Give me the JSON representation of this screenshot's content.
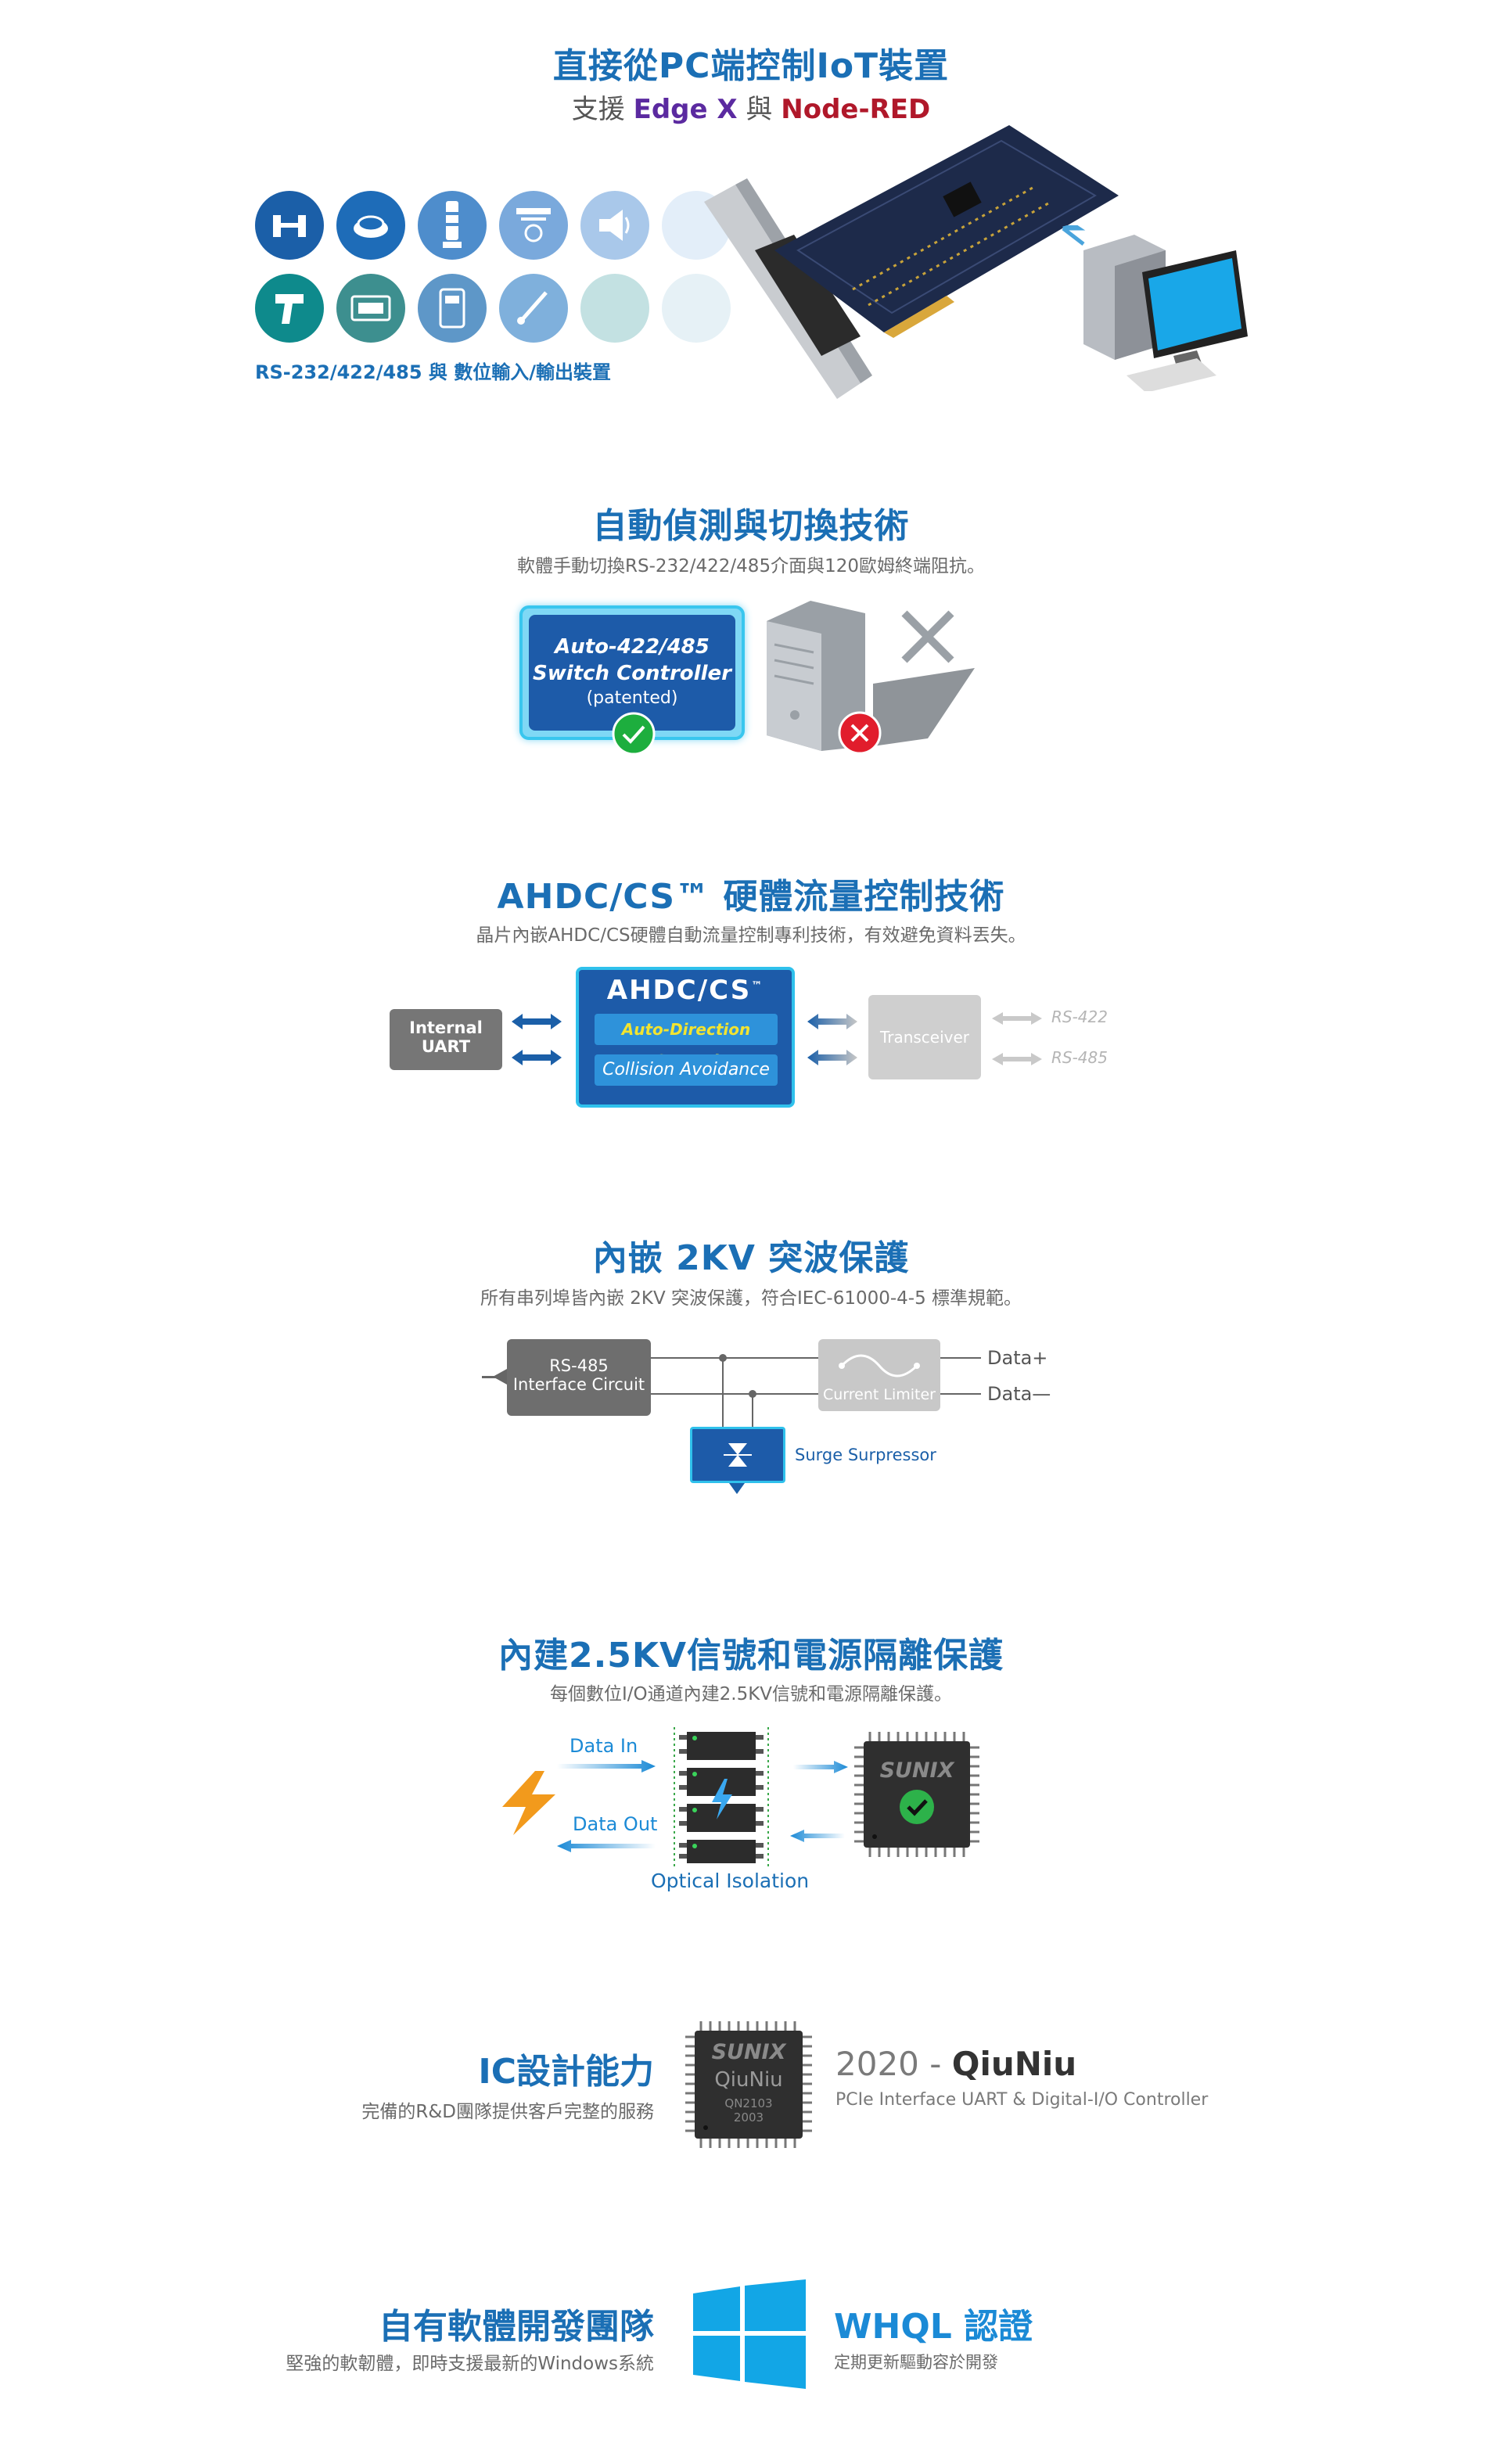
{
  "s1": {
    "title": "直接從PC端控制IoT裝置",
    "subtitle_pre": "支援 ",
    "edgex": "Edge X",
    "mid": " 與 ",
    "nodered": "Node-RED",
    "devices_caption": "RS-232/422/485 與 數位輸入/輸出裝置",
    "icons_row1": [
      "barcode-scanner-icon",
      "weighing-scale-icon",
      "signal-tower-icon",
      "fire-alarm-icon",
      "speaker-icon",
      "blank-icon"
    ],
    "icons_row2": [
      "handheld-scanner-icon",
      "power-meter-icon",
      "pos-terminal-icon",
      "sensor-probe-icon",
      "blank-icon",
      "blank-icon"
    ],
    "colors": {
      "blue": "#1b6fb5",
      "purple": "#5b2aa0",
      "red": "#b0182a"
    }
  },
  "s2": {
    "title": "自動偵測與切換技術",
    "subtitle": "軟體手動切換RS-232/422/485介面與120歐姆終端阻抗。",
    "box_line1": "Auto-422/485",
    "box_line2": "Switch Controller",
    "box_line3": "(patented)"
  },
  "s3": {
    "title": "AHDC/CS™ 硬體流量控制技術",
    "subtitle": "晶片內嵌AHDC/CS硬體自動流量控制專利技術，有效避免資料丟失。",
    "uart_line1": "Internal",
    "uart_line2": "UART",
    "chip_title": "AHDC/CS",
    "tm": "™",
    "btn1": "Auto-Direction Control",
    "btn2": "Collision Avoidance",
    "transceiver": "Transceiver",
    "rs422": "RS-422",
    "rs485": "RS-485"
  },
  "s4": {
    "title": "內嵌 2KV 突波保護",
    "subtitle": "所有串列埠皆內嵌 2KV 突波保護，符合IEC-61000-4-5 標準規範。",
    "rs485_line1": "RS-485",
    "rs485_line2": "Interface Circuit",
    "current_limiter": "Current Limiter",
    "data_plus": "Data+",
    "data_minus": "Data—",
    "surge": "Surge Surpressor"
  },
  "s5": {
    "title": "內建2.5KV信號和電源隔離保護",
    "subtitle": "每個數位I/O通道內建2.5KV信號和電源隔離保護。",
    "data_in": "Data In",
    "data_out": "Data Out",
    "optical": "Optical Isolation",
    "chip_brand": "SUNIX"
  },
  "s6": {
    "title": "IC設計能力",
    "subtitle": "完備的R&D團隊提供客戶完整的服務",
    "chip_brand": "SUNIX",
    "chip_name": "QiuNiu",
    "chip_code": "QN2103",
    "chip_date": "2003",
    "year": "2020 - ",
    "product": "QiuNiu",
    "desc": "PCIe Interface  UART & Digital-I/O Controller"
  },
  "s7": {
    "title": "自有軟體開發團隊",
    "subtitle": "堅強的軟韌體，即時支援最新的Windows系統",
    "whql": "WHQL 認證",
    "whql_sub": "定期更新驅動容於開發"
  }
}
